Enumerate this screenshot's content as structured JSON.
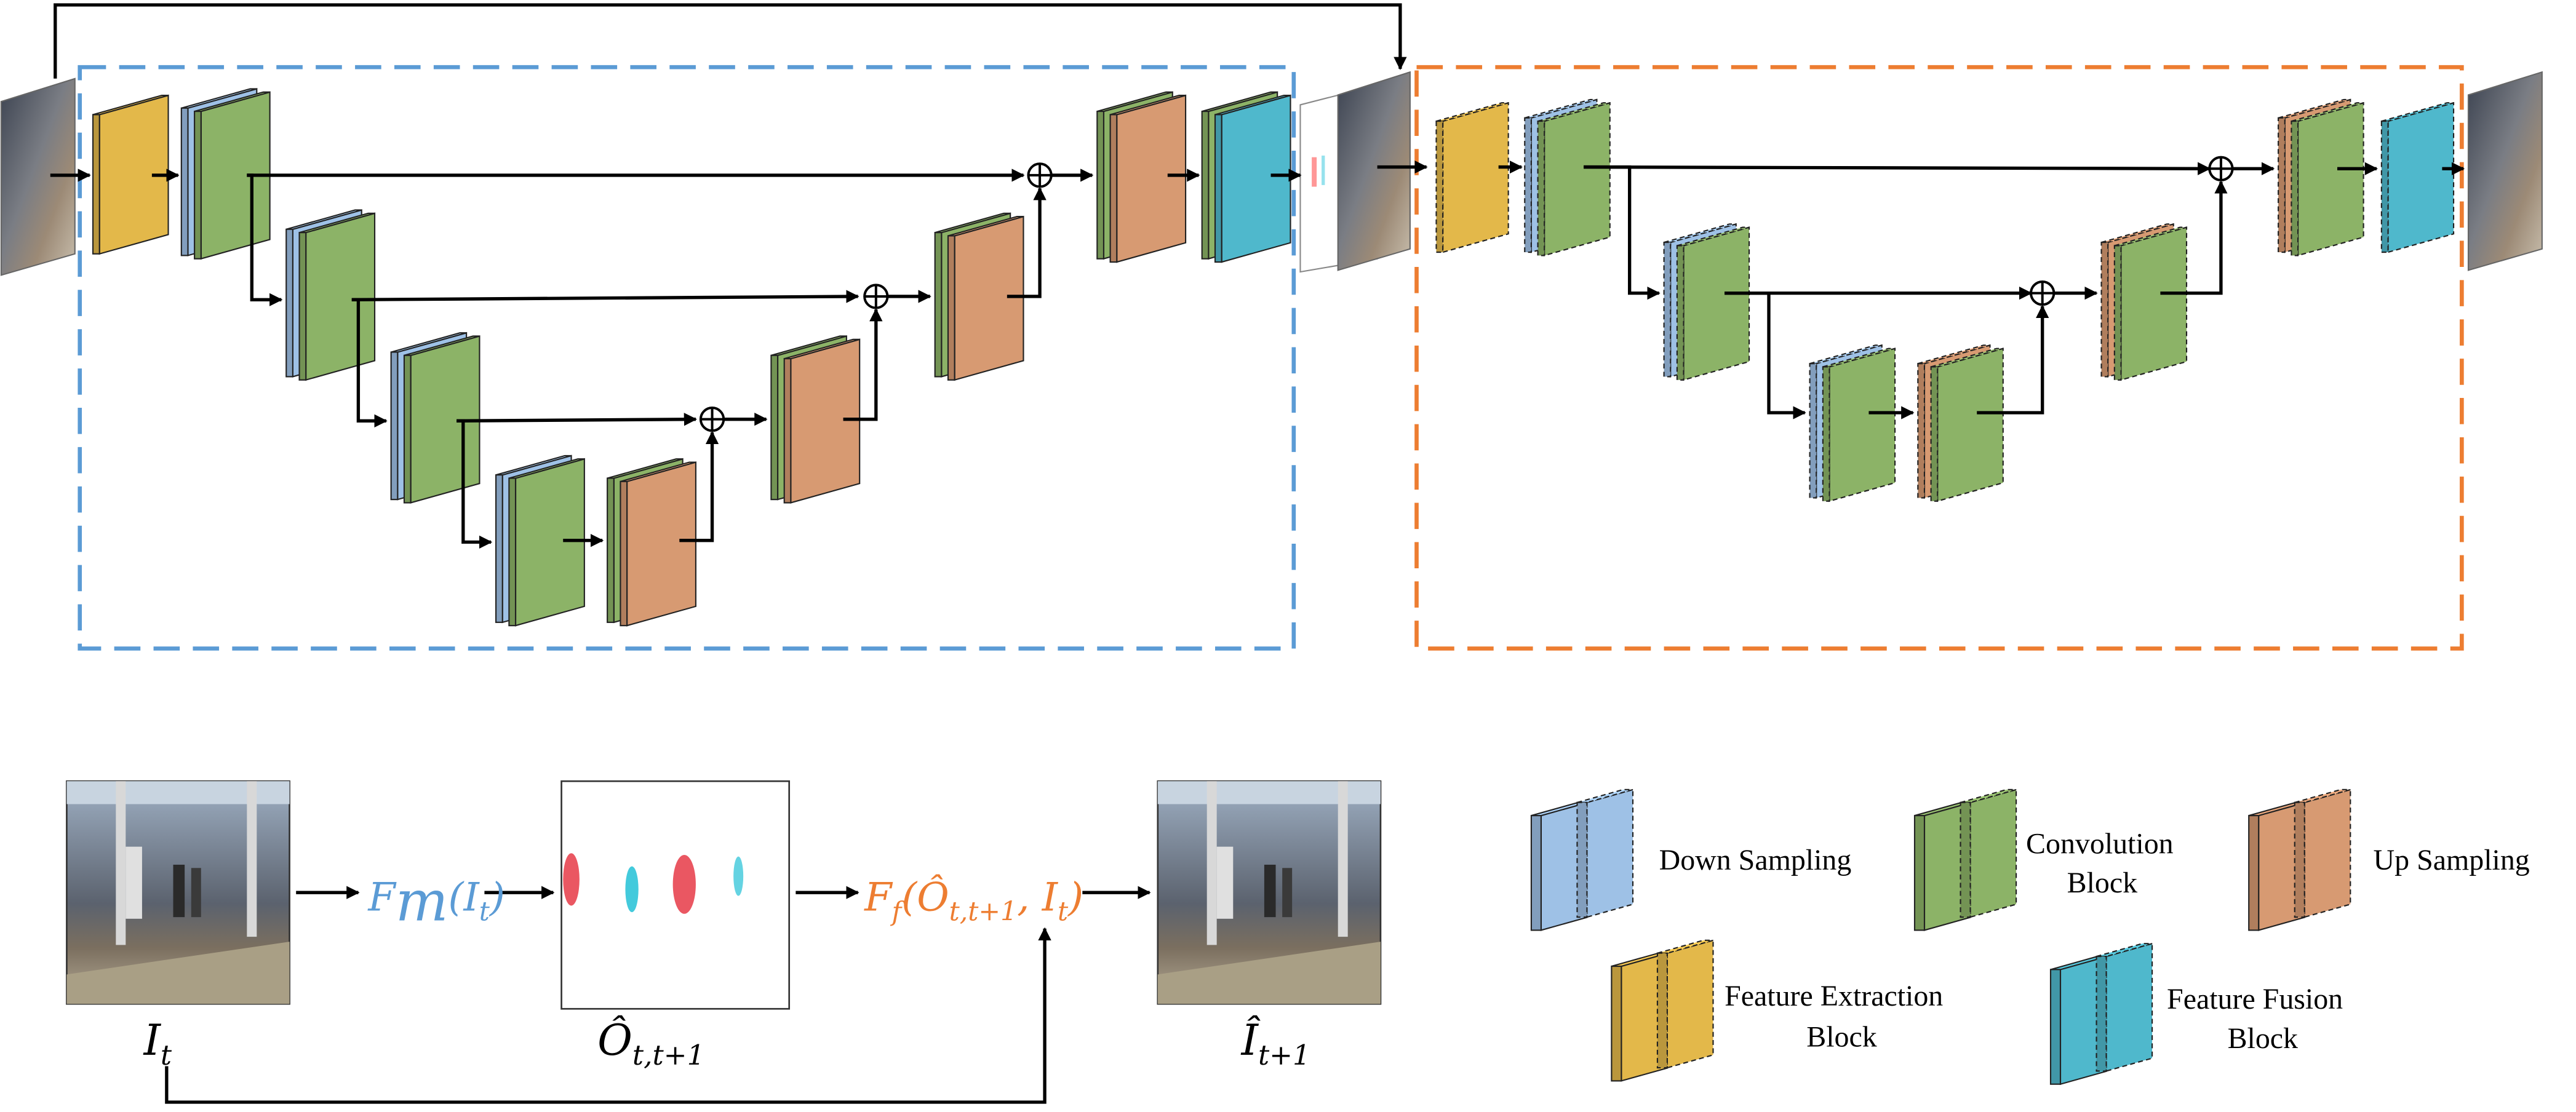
{
  "colors": {
    "feature_extraction": "#e3b84a",
    "down_sampling": "#9ec1e6",
    "convolution": "#8cb367",
    "up_sampling": "#d79a72",
    "up_sampling_light": "#f3b897",
    "feature_fusion": "#4fb8cc",
    "blue_box": "#5b9bd5",
    "orange_box": "#ed7d31",
    "formula_blue": "#5b9bd5",
    "formula_orange": "#ed7d31"
  },
  "legend": {
    "down_sampling": "Down Sampling",
    "convolution_1": "Convolution",
    "convolution_2": "Block",
    "up_sampling": "Up Sampling",
    "feature_extraction_1": "Feature Extraction",
    "feature_extraction_2": "Block",
    "feature_fusion_1": "Feature Fusion",
    "feature_fusion_2": "Block"
  },
  "formulas": {
    "fm_main": "F",
    "fm_sub": "m",
    "fm_arg": "(I",
    "fm_arg_sub": "t",
    "fm_close": ")",
    "ff_main": "F",
    "ff_sub": "f",
    "ff_open": "(",
    "ff_o": "Ô",
    "ff_o_sub": "t,t+1",
    "ff_mid": ", I",
    "ff_i_sub": "t",
    "ff_close": ")"
  },
  "labels": {
    "it_main": "I",
    "it_sub": "t",
    "o_main": "Ô",
    "o_sub": "t,t+1",
    "ihat_main": "Î",
    "ihat_sub": "t+1"
  }
}
